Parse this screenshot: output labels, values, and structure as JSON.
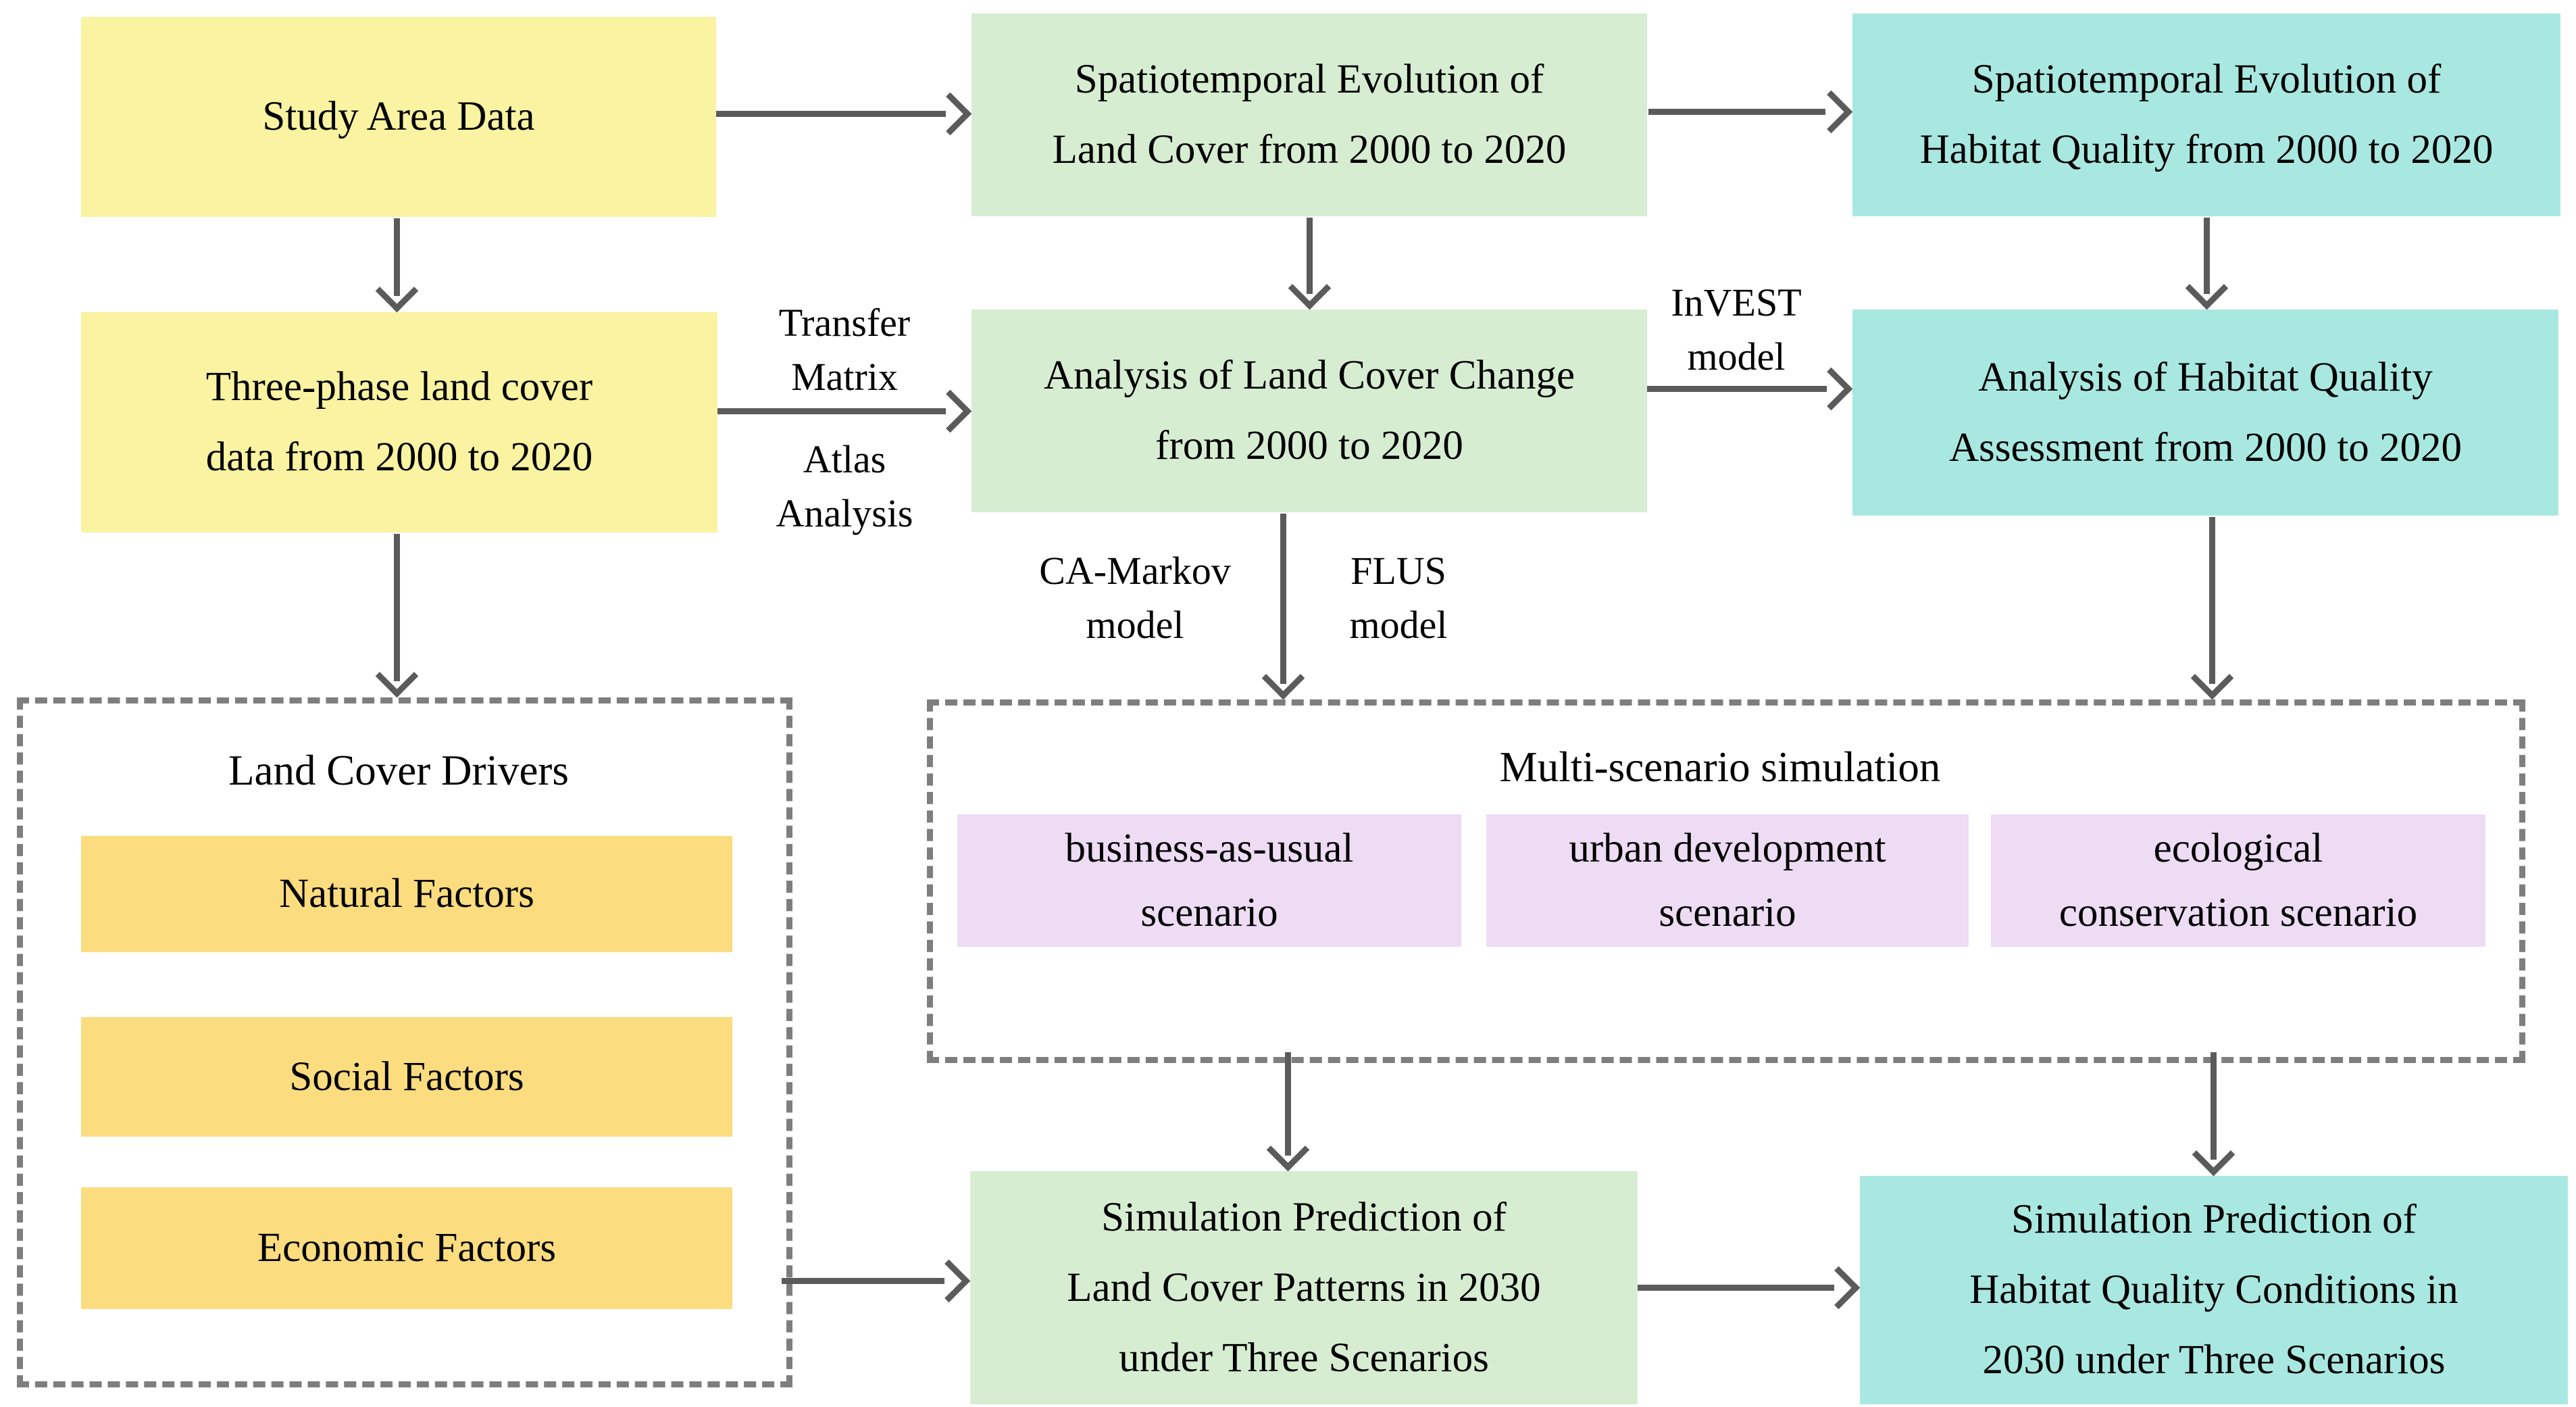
{
  "colors": {
    "yellow": "#FAF3A1",
    "gold": "#FBDC7F",
    "green": "#D7EDD2",
    "cyan": "#A9E8E1",
    "purple": "#EDDCF4",
    "arrow": "#5B5B5B",
    "dash": "#7E7E7E",
    "text": "#000000",
    "bg": "#FFFFFF"
  },
  "boxes": {
    "study_area": {
      "lines": [
        "Study Area Data"
      ]
    },
    "evo_land": {
      "lines": [
        "Spatiotemporal Evolution of",
        "Land Cover from 2000 to 2020"
      ]
    },
    "evo_habitat": {
      "lines": [
        "Spatiotemporal Evolution of",
        "Habitat Quality from 2000 to 2020"
      ]
    },
    "three_phase": {
      "lines": [
        "Three-phase land cover",
        "data from 2000 to 2020"
      ]
    },
    "analysis_land": {
      "lines": [
        "Analysis of Land Cover Change",
        "from 2000 to 2020"
      ]
    },
    "analysis_habitat": {
      "lines": [
        "Analysis of Habitat Quality",
        "Assessment from 2000 to 2020"
      ]
    },
    "natural": {
      "lines": [
        "Natural Factors"
      ]
    },
    "social": {
      "lines": [
        "Social Factors"
      ]
    },
    "economic": {
      "lines": [
        "Economic Factors"
      ]
    },
    "bau": {
      "lines": [
        "business-as-usual",
        "scenario"
      ]
    },
    "urban": {
      "lines": [
        "urban development",
        "scenario"
      ]
    },
    "eco": {
      "lines": [
        "ecological",
        "conservation scenario"
      ]
    },
    "sim_land": {
      "lines": [
        "Simulation Prediction of",
        "Land Cover Patterns in 2030",
        "under Three Scenarios"
      ]
    },
    "sim_habitat": {
      "lines": [
        "Simulation Prediction of",
        "Habitat Quality Conditions in",
        "2030 under Three Scenarios"
      ]
    }
  },
  "groups": {
    "drivers_title": "Land Cover Drivers",
    "multi_title": "Multi-scenario simulation"
  },
  "arrow_labels": {
    "transfer": {
      "lines": [
        "Transfer",
        "Matrix"
      ]
    },
    "atlas": {
      "lines": [
        "Atlas",
        "Analysis"
      ]
    },
    "invest": {
      "lines": [
        "InVEST",
        "model"
      ]
    },
    "camarkov": {
      "lines": [
        "CA-Markov",
        "model"
      ]
    },
    "flus": {
      "lines": [
        "FLUS",
        "model"
      ]
    }
  }
}
